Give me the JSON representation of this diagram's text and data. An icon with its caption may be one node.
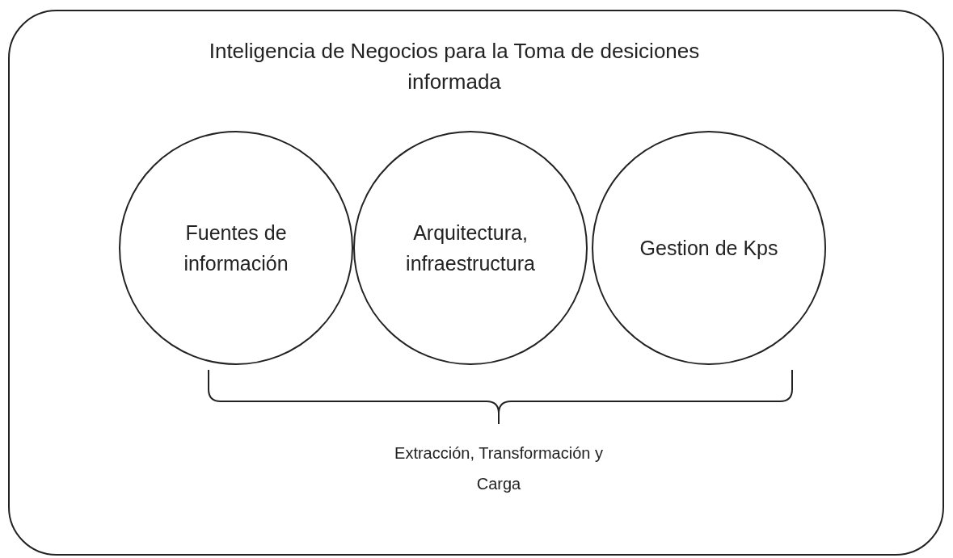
{
  "diagram": {
    "nodes": [
      {
        "text": [
          "Inteligencia de Negocios para la Toma de desiciones informada"
        ]
      },
      {
        "text": [
          "Fuentes de información"
        ],
        "in": 0
      },
      {
        "text": [
          "Arquitectura, infraestructura"
        ],
        "in": 0
      },
      {
        "text": [
          "Gestion de Kps"
        ],
        "in": 0
      }
    ],
    "labels": [
      "Extracción, Transformación y Carga"
    ]
  }
}
